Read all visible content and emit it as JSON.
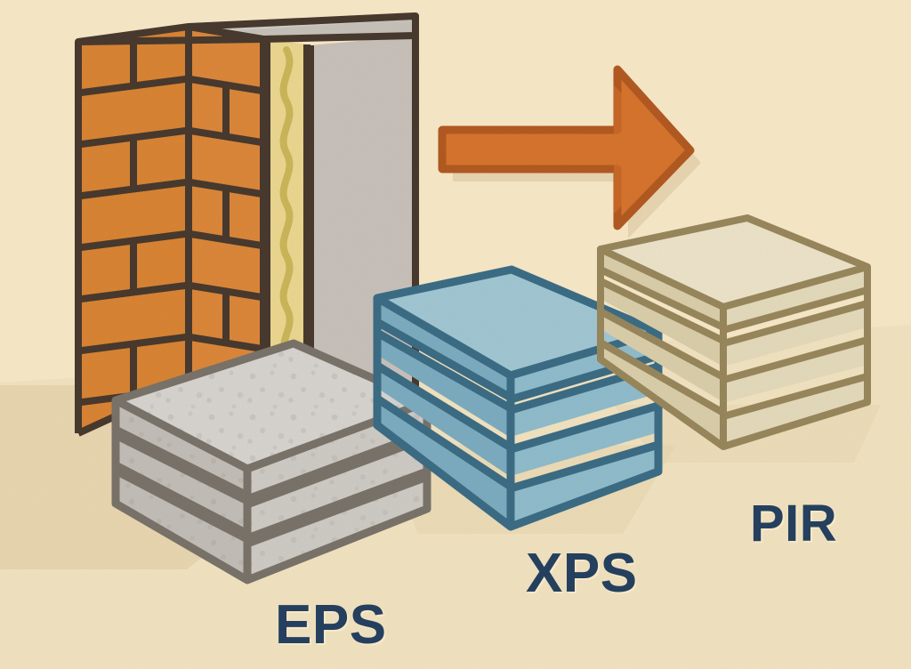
{
  "scene": {
    "title": "Wall insulation materials comparison",
    "background_color": "#F8E9C8",
    "ground_color": "#F3E3C0",
    "ground_shadow_color": "#E8D6AE",
    "outline_color": "#4A3B2E"
  },
  "wall": {
    "name": "Insulated cavity wall cutaway",
    "layers": [
      {
        "id": "brick",
        "label": "Brick outer leaf",
        "color": "#E08A3C",
        "top_color": "#E8A05A",
        "mortar_color": "#4A3B2E"
      },
      {
        "id": "insulation",
        "label": "Cavity insulation",
        "color": "#F0DC92",
        "squiggle_color": "#CFBA5C"
      },
      {
        "id": "blockwork",
        "label": "Inner block / plaster",
        "color": "#C8C2BA",
        "top_color": "#D6D1CA"
      }
    ],
    "brick_rows": 7,
    "bond": "running bond"
  },
  "arrow": {
    "name": "process arrow",
    "direction": "right",
    "fill_color": "#D9762F",
    "edge_color": "#B55B22",
    "shadow_color": "#E4CFA6"
  },
  "blocks": [
    {
      "id": "eps",
      "label": "EPS",
      "label_color": "#24405E",
      "layers": 3,
      "top_color": "#DCD9D4",
      "front_color": "#D3CFC9",
      "side_color": "#C6C2BB",
      "edge_color": "#7D766D",
      "texture": "beaded speckles"
    },
    {
      "id": "xps",
      "label": "XPS",
      "label_color": "#24405E",
      "layers": 4,
      "top_color": "#A5CBD8",
      "front_color": "#93C0D0",
      "side_color": "#7FB0C4",
      "edge_color": "#3E7088",
      "texture": "smooth closed cell"
    },
    {
      "id": "pir",
      "label": "PIR",
      "label_color": "#24405E",
      "layers": 4,
      "top_color": "#F1E8CD",
      "front_color": "#E9DFBF",
      "side_color": "#DFD3AE",
      "edge_color": "#9C8A5E",
      "texture": "rigid foam board"
    }
  ]
}
